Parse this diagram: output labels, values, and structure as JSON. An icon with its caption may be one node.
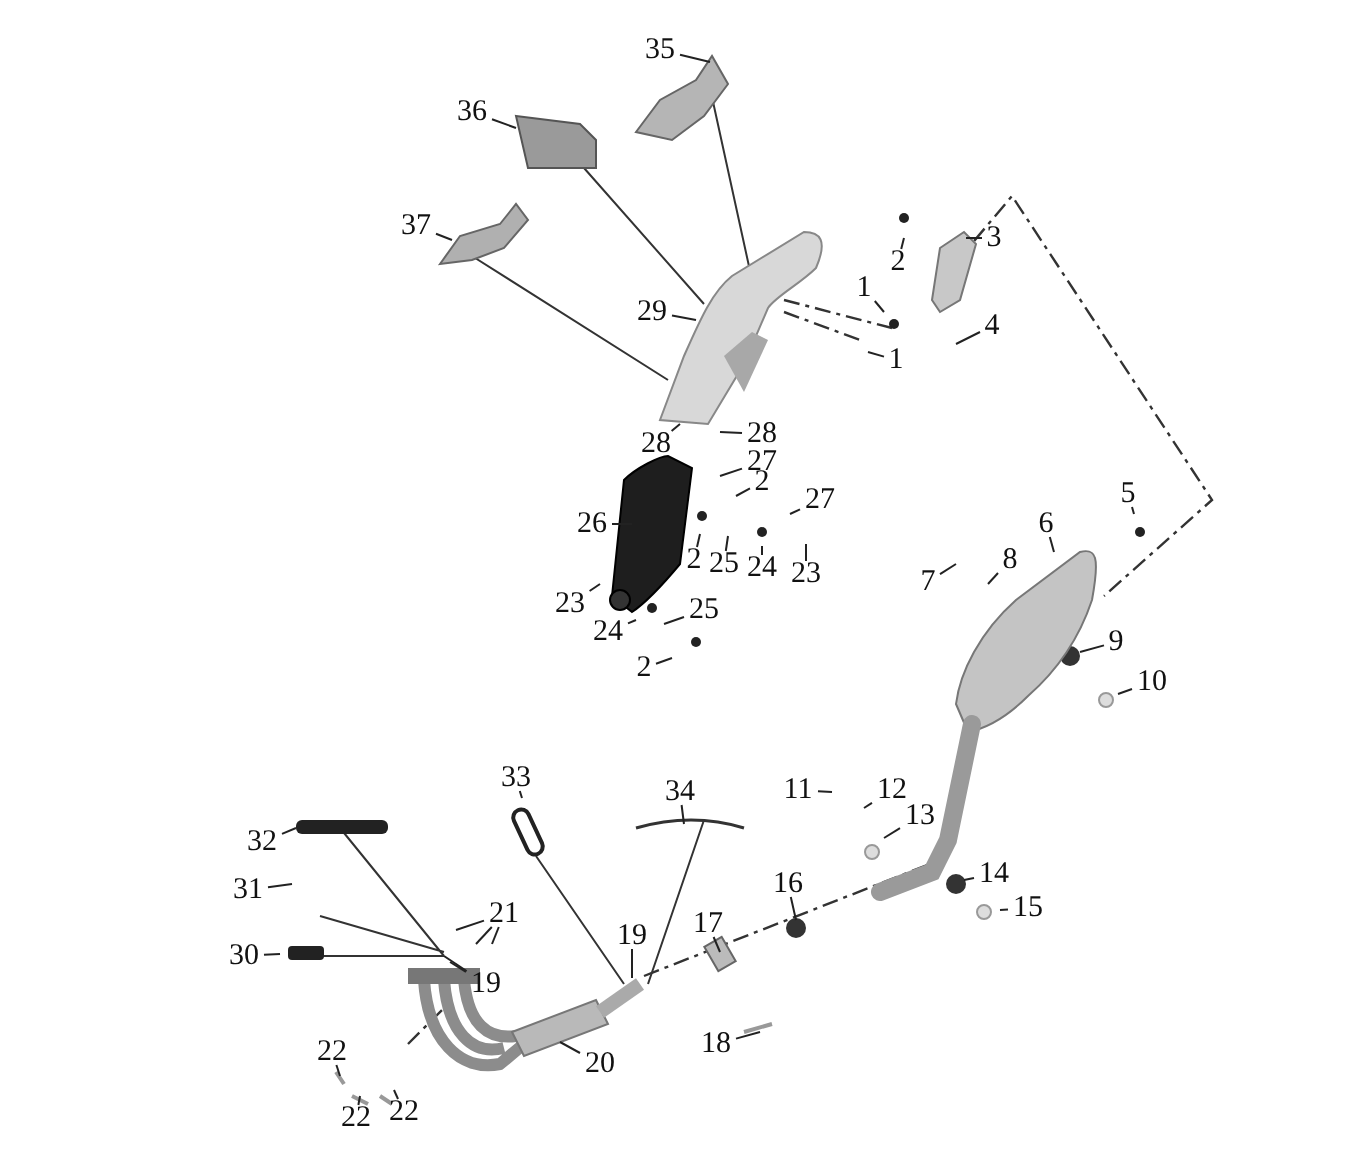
{
  "diagram": {
    "nodes": [
      {
        "text": [
          "35"
        ]
      },
      {
        "text": [
          "36"
        ]
      },
      {
        "text": [
          "37"
        ]
      },
      {
        "text": [
          "29"
        ]
      },
      {
        "text": [
          "3"
        ]
      },
      {
        "text": [
          "2"
        ]
      },
      {
        "text": [
          "1"
        ]
      },
      {
        "text": [
          "4"
        ]
      },
      {
        "text": [
          "1"
        ]
      },
      {
        "text": [
          "28"
        ]
      },
      {
        "text": [
          "28"
        ]
      },
      {
        "text": [
          "27"
        ]
      },
      {
        "text": [
          "2"
        ]
      },
      {
        "text": [
          "27"
        ]
      },
      {
        "text": [
          "26"
        ]
      },
      {
        "text": [
          "2"
        ]
      },
      {
        "text": [
          "25"
        ]
      },
      {
        "text": [
          "24"
        ]
      },
      {
        "text": [
          "23"
        ]
      },
      {
        "text": [
          "23"
        ]
      },
      {
        "text": [
          "24"
        ]
      },
      {
        "text": [
          "25"
        ]
      },
      {
        "text": [
          "2"
        ]
      },
      {
        "text": [
          "5"
        ]
      },
      {
        "text": [
          "6"
        ]
      },
      {
        "text": [
          "8"
        ]
      },
      {
        "text": [
          "7"
        ]
      },
      {
        "text": [
          "9"
        ]
      },
      {
        "text": [
          "10"
        ]
      },
      {
        "text": [
          "11"
        ]
      },
      {
        "text": [
          "12"
        ]
      },
      {
        "text": [
          "13"
        ]
      },
      {
        "text": [
          "14"
        ]
      },
      {
        "text": [
          "15"
        ]
      },
      {
        "text": [
          "16"
        ]
      },
      {
        "text": [
          "17"
        ]
      },
      {
        "text": [
          "18"
        ]
      },
      {
        "text": [
          "19"
        ]
      },
      {
        "text": [
          "20"
        ]
      },
      {
        "text": [
          "21"
        ]
      },
      {
        "text": [
          "19"
        ]
      },
      {
        "text": [
          "22"
        ]
      },
      {
        "text": [
          "22"
        ]
      },
      {
        "text": [
          "22"
        ]
      },
      {
        "text": [
          "30"
        ]
      },
      {
        "text": [
          "31"
        ]
      },
      {
        "text": [
          "32"
        ]
      },
      {
        "text": [
          "33"
        ]
      },
      {
        "text": [
          "34"
        ]
      }
    ],
    "edges": [
      {
        "from": 0,
        "to": null,
        "arrow": "none"
      },
      {
        "from": 1,
        "to": null,
        "arrow": "none"
      },
      {
        "from": 2,
        "to": null,
        "arrow": "none"
      },
      {
        "from": 3,
        "to": null,
        "arrow": "none"
      },
      {
        "from": 4,
        "to": null,
        "arrow": "none"
      },
      {
        "from": 5,
        "to": null,
        "arrow": "none"
      },
      {
        "from": 6,
        "to": null,
        "arrow": "none"
      },
      {
        "from": 7,
        "to": null,
        "arrow": "none"
      },
      {
        "from": 8,
        "to": null,
        "arrow": "none"
      },
      {
        "from": 9,
        "to": null,
        "arrow": "none"
      },
      {
        "from": 10,
        "to": null,
        "arrow": "none"
      },
      {
        "from": 11,
        "to": null,
        "arrow": "none"
      },
      {
        "from": 12,
        "to": null,
        "arrow": "none"
      },
      {
        "from": 13,
        "to": null,
        "arrow": "none"
      },
      {
        "from": 14,
        "to": null,
        "arrow": "none"
      },
      {
        "from": 15,
        "to": null,
        "arrow": "none"
      },
      {
        "from": 16,
        "to": null,
        "arrow": "none"
      },
      {
        "from": 17,
        "to": null,
        "arrow": "none"
      },
      {
        "from": 18,
        "to": null,
        "arrow": "none"
      },
      {
        "from": 19,
        "to": null,
        "arrow": "none"
      },
      {
        "from": 20,
        "to": null,
        "arrow": "none"
      },
      {
        "from": 21,
        "to": null,
        "arrow": "none"
      },
      {
        "from": 22,
        "to": null,
        "arrow": "none"
      },
      {
        "from": 23,
        "to": null,
        "arrow": "none"
      },
      {
        "from": 24,
        "to": null,
        "arrow": "none"
      },
      {
        "from": 25,
        "to": null,
        "arrow": "none"
      },
      {
        "from": 26,
        "to": null,
        "arrow": "none"
      },
      {
        "from": 27,
        "to": null,
        "arrow": "none"
      },
      {
        "from": 28,
        "to": null,
        "arrow": "none"
      },
      {
        "from": 29,
        "to": null,
        "arrow": "none"
      },
      {
        "from": 30,
        "to": null,
        "arrow": "none"
      },
      {
        "from": 31,
        "to": null,
        "arrow": "none"
      },
      {
        "from": 32,
        "to": null,
        "arrow": "none"
      },
      {
        "from": 33,
        "to": null,
        "arrow": "none"
      },
      {
        "from": 34,
        "to": null,
        "arrow": "none"
      },
      {
        "from": 35,
        "to": null,
        "arrow": "none"
      },
      {
        "from": 36,
        "to": null,
        "arrow": "none"
      },
      {
        "from": 37,
        "to": null,
        "arrow": "none"
      },
      {
        "from": 38,
        "to": null,
        "arrow": "none"
      },
      {
        "from": 39,
        "to": null,
        "arrow": "none"
      },
      {
        "from": 39,
        "to": null,
        "arrow": "none"
      },
      {
        "from": 39,
        "to": null,
        "arrow": "none"
      },
      {
        "from": 40,
        "to": null,
        "arrow": "none"
      },
      {
        "from": 40,
        "to": null,
        "arrow": "none"
      },
      {
        "from": 41,
        "to": null,
        "arrow": "none"
      },
      {
        "from": 42,
        "to": null,
        "arrow": "none"
      },
      {
        "from": 43,
        "to": null,
        "arrow": "none"
      },
      {
        "from": 44,
        "to": null,
        "arrow": "none"
      },
      {
        "from": 45,
        "to": null,
        "arrow": "none"
      },
      {
        "from": 46,
        "to": null,
        "arrow": "none"
      },
      {
        "from": 47,
        "to": null,
        "arrow": "none"
      },
      {
        "from": 48,
        "to": null,
        "arrow": "none"
      }
    ]
  }
}
